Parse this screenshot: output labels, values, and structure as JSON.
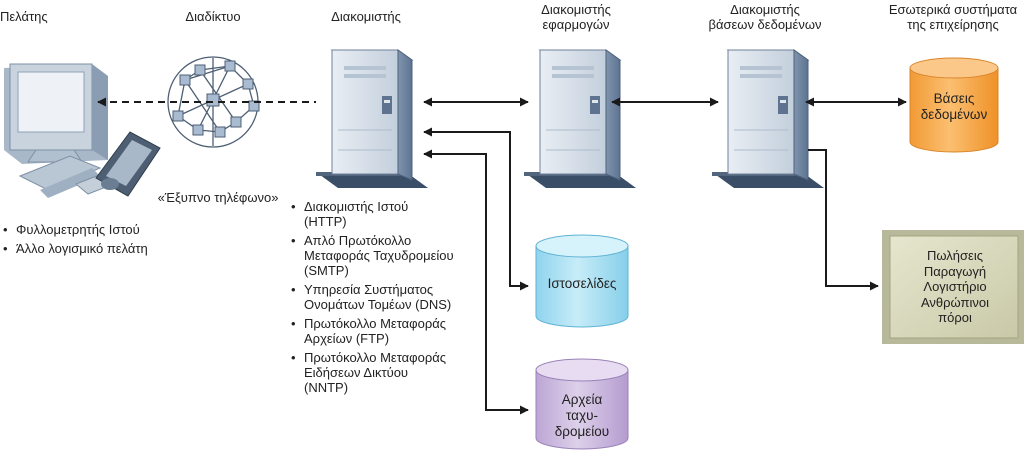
{
  "headers": {
    "client": "Πελάτης",
    "internet": "Διαδίκτυο",
    "server": "Διακομιστής",
    "app_server": [
      "Διακομιστής",
      "εφαρμογών"
    ],
    "db_server": [
      "Διακομιστής",
      "βάσεων δεδομένων"
    ],
    "internal": [
      "Εσωτερικά συστήματα",
      "της επιχείρησης"
    ]
  },
  "smartphone_label": "«Έξυπνο τηλέφωνο»",
  "client_bullets": [
    "Φυλλομετρητής Ιστού",
    "Άλλο λογισμικό πελάτη"
  ],
  "server_bullets": [
    [
      "Διακομιστής Ιστού",
      "(HTTP)"
    ],
    [
      "Απλό Πρωτόκολλο",
      "Μεταφοράς Ταχυδρομείου",
      "(SMTP)"
    ],
    [
      "Υπηρεσία Συστήματος",
      "Ονομάτων Τομέων (DNS)"
    ],
    [
      "Πρωτόκολλο Μεταφοράς",
      "Αρχείων (FTP)"
    ],
    [
      "Πρωτόκολλο Μεταφοράς",
      "Ειδήσεων Δικτύου",
      "(NNTP)"
    ]
  ],
  "stores": {
    "databases": [
      "Βάσεις",
      "δεδομένων"
    ],
    "webpages": [
      "Ιστοσελίδες"
    ],
    "mail": [
      "Αρχεία",
      "ταχυ-",
      "δρομείου"
    ]
  },
  "business_systems": [
    "Πωλήσεις",
    "Παραγωγή",
    "Λογιστήριο",
    "Ανθρώπινοι",
    "πόροι"
  ],
  "colors": {
    "databases": "#f7a64b",
    "webpages": "#9edcf2",
    "mail": "#c9b6dc",
    "business_box": "#dcdcc0",
    "server_body": "#d3dbe6",
    "monitor": "#c8d3de",
    "arrow": "#1a1a1a"
  }
}
